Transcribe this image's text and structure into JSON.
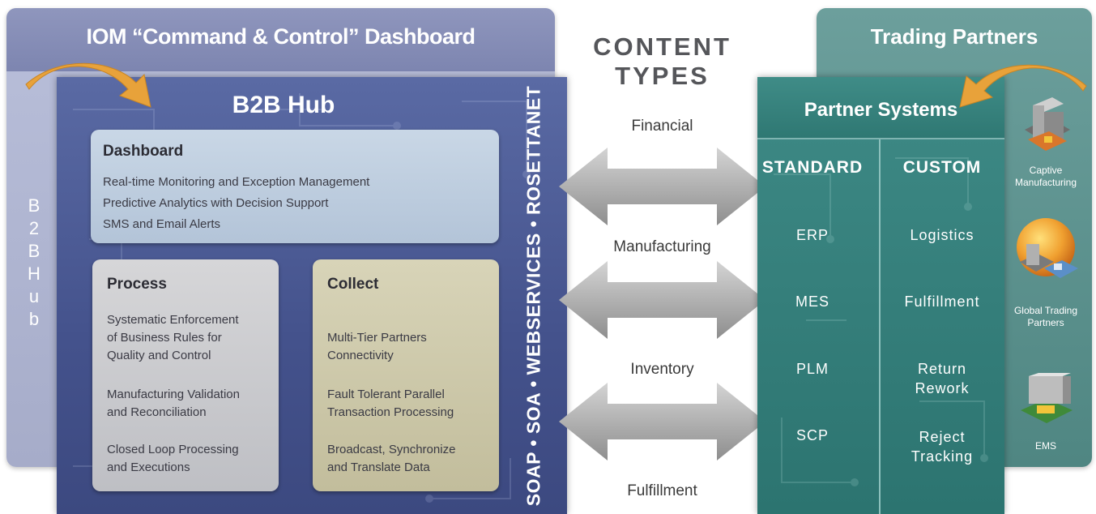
{
  "left": {
    "dashboard_title": "IOM “Command & Control” Dashboard",
    "side_label": "B2B Hub",
    "side_label_letters": [
      "B",
      "2",
      "B",
      "H",
      "u",
      "b"
    ],
    "hub_title": "B2B Hub",
    "protocols": "SOAP • SOA • WEBSERVICES • ROSETTANET",
    "dashboard_box": {
      "title": "Dashboard",
      "lines": [
        "Real-time Monitoring and Exception Management",
        "Predictive Analytics with Decision Support",
        "SMS and Email Alerts"
      ]
    },
    "process_box": {
      "title": "Process",
      "lines": [
        "Systematic Enforcement",
        "of Business Rules for",
        "Quality and Control",
        "Manufacturing Validation",
        "and Reconciliation",
        "Closed Loop Processing",
        "and Executions"
      ]
    },
    "collect_box": {
      "title": "Collect",
      "lines": [
        "Multi-Tier Partners",
        "Connectivity",
        "Fault Tolerant Parallel",
        "Transaction Processing",
        "Broadcast, Synchronize",
        "and Translate Data"
      ]
    }
  },
  "middle": {
    "title_line1": "CONTENT",
    "title_line2": "TYPES",
    "labels": [
      "Financial",
      "Manufacturing",
      "Inventory",
      "Fulfillment"
    ]
  },
  "right": {
    "trading_partners_title": "Trading Partners",
    "partner_systems_title": "Partner Systems",
    "standard_header": "STANDARD",
    "custom_header": "CUSTOM",
    "standard_items": [
      "ERP",
      "MES",
      "PLM",
      "SCP"
    ],
    "custom_items": [
      "Logistics",
      "Fulfillment",
      "Return",
      "Rework",
      "Reject",
      "Tracking"
    ],
    "icons": [
      {
        "name": "captive-manufacturing-icon",
        "line1": "Captive",
        "line2": "Manufacturing"
      },
      {
        "name": "global-trading-partners-icon",
        "line1": "Global Trading",
        "line2": "Partners"
      },
      {
        "name": "ems-icon",
        "line1": "EMS",
        "line2": ""
      }
    ]
  },
  "colors": {
    "hub_blue": "#44528c",
    "partner_teal": "#2c7470",
    "arrow_gray": "#9a9a9a",
    "accent_orange": "#e8a23a"
  }
}
